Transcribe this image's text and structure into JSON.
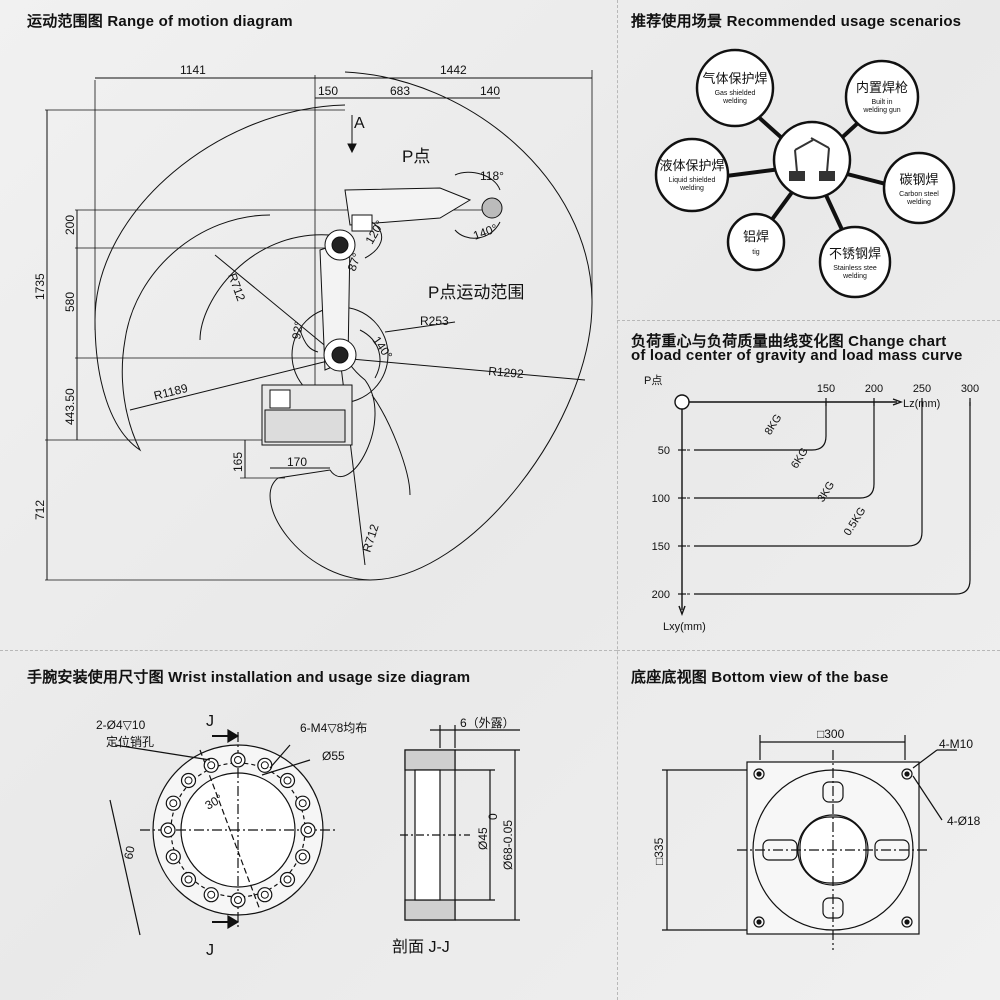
{
  "motion": {
    "title": "运动范围图   Range of motion diagram",
    "dims": {
      "left_reach": "1141",
      "right_reach": "1442",
      "d150": "150",
      "d683": "683",
      "d140": "140",
      "v200": "200",
      "v580": "580",
      "v443": "443.50",
      "v1735": "1735",
      "v712": "712",
      "v165": "165",
      "h170": "170",
      "r712a": "R712",
      "r1189": "R1189",
      "r253": "R253",
      "r1292": "R1292",
      "r712b": "R712",
      "a118": "118°",
      "a140a": "140°",
      "a120": "120°",
      "a87": "87°",
      "a92": "92°",
      "a140b": "140°",
      "axis_a": "A",
      "p_point": "P点",
      "p_range": "P点运动范围"
    }
  },
  "scenarios": {
    "title": "推荐使用场景  Recommended usage scenarios",
    "nodes": [
      {
        "zh": "气体保护焊",
        "en1": "Gas shielded",
        "en2": "welding"
      },
      {
        "zh": "内置焊枪",
        "en1": "Built in",
        "en2": "welding gun"
      },
      {
        "zh": "液体保护焊",
        "en1": "Liquid shielded",
        "en2": "welding"
      },
      {
        "zh": "碳钢焊",
        "en1": "Carbon steel",
        "en2": "welding"
      },
      {
        "zh": "铝焊",
        "en1": "tig",
        "en2": ""
      },
      {
        "zh": "不锈钢焊",
        "en1": "Stainless stee",
        "en2": "welding"
      }
    ]
  },
  "load_chart": {
    "title_line1": "负荷重心与负荷质量曲线变化图    Change chart",
    "title_line2": "of load center of gravity and load mass curve"
  },
  "chart_data": {
    "type": "line",
    "xlabel": "Lz(mm)",
    "ylabel": "Lxy(mm)",
    "origin_label": "P点",
    "x_ticks": [
      "150",
      "200",
      "250",
      "300"
    ],
    "y_ticks": [
      "50",
      "100",
      "150",
      "200"
    ],
    "series": [
      {
        "name": "8KG",
        "lz": 150,
        "lxy": 50
      },
      {
        "name": "6KG",
        "lz": 200,
        "lxy": 100
      },
      {
        "name": "3KG",
        "lz": 250,
        "lxy": 150
      },
      {
        "name": "0.5KG",
        "lz": 300,
        "lxy": 200
      }
    ]
  },
  "wrist": {
    "title": "手腕安装使用尺寸图   Wrist installation and usage size diagram",
    "pin_label": "2-Ø4▽10",
    "pin_label2": "定位销孔",
    "m4_label": "6-M4▽8均布",
    "d55": "Ø55",
    "d60": "60",
    "a30": "30°",
    "j": "J",
    "section_label": "剖面 J-J",
    "d6": "6（外露）",
    "d45": "Ø45",
    "d68": "Ø68-0.05",
    "d68_top": "0"
  },
  "base": {
    "title": "底座底视图   Bottom view of the base",
    "d300": "□300",
    "m10": "4-M10",
    "d18": "4-Ø18",
    "d335": "□335"
  }
}
